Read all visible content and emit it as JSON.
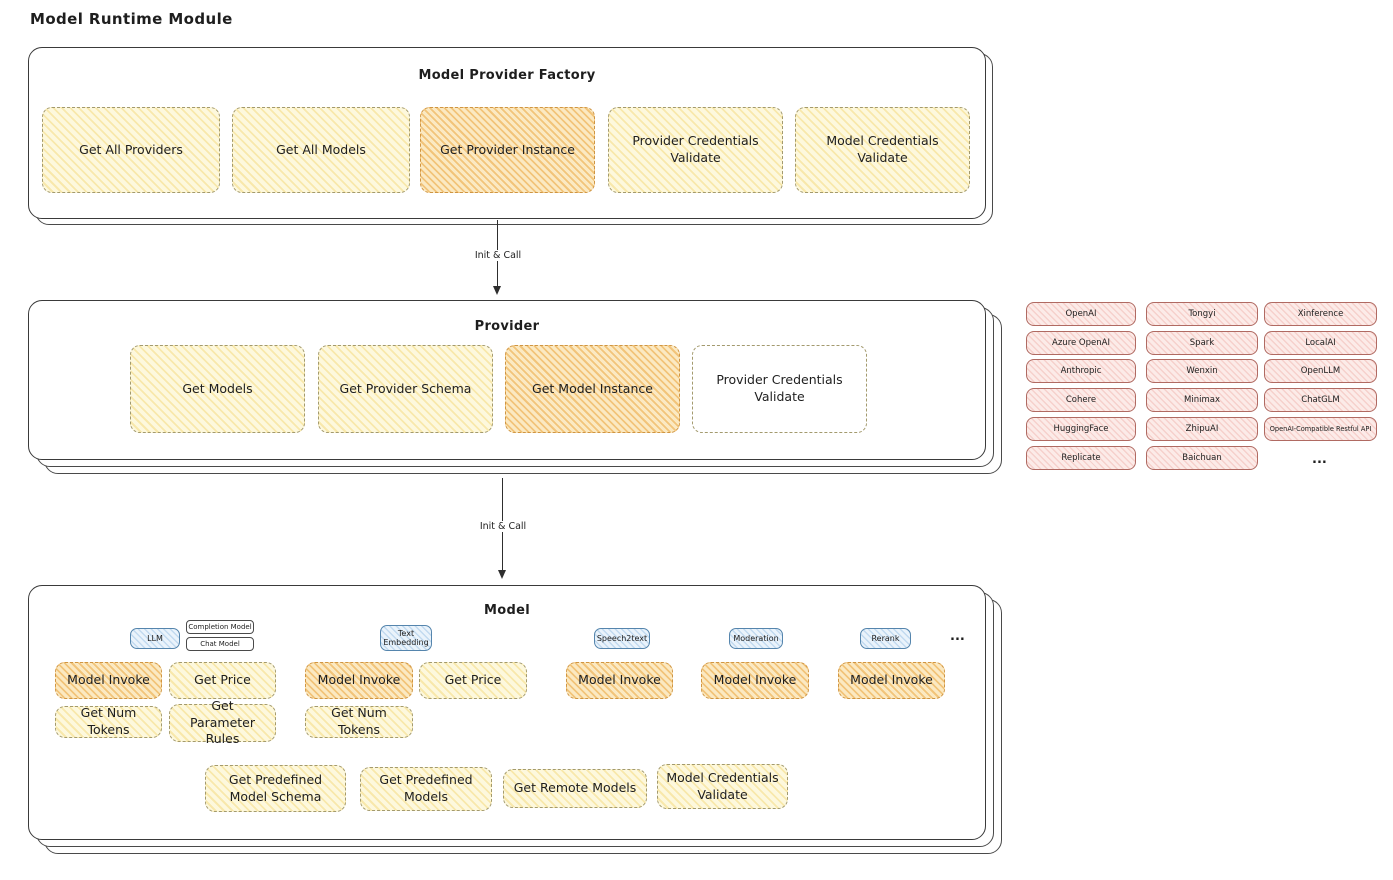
{
  "page_title": "Model Runtime Module",
  "factory": {
    "title": "Model Provider Factory",
    "buttons": [
      "Get All Providers",
      "Get All Models",
      "Get Provider Instance",
      "Provider Credentials Validate",
      "Model Credentials Validate"
    ]
  },
  "arrow1_label": "Init & Call",
  "arrow2_label": "Init & Call",
  "provider": {
    "title": "Provider",
    "buttons": [
      "Get Models",
      "Get Provider Schema",
      "Get Model Instance",
      "Provider Credentials Validate"
    ]
  },
  "providers_grid": {
    "col1": [
      "OpenAI",
      "Azure OpenAI",
      "Anthropic",
      "Cohere",
      "HuggingFace",
      "Replicate"
    ],
    "col2": [
      "Tongyi",
      "Spark",
      "Wenxin",
      "Minimax",
      "ZhipuAI",
      "Baichuan"
    ],
    "col3": [
      "Xinference",
      "LocalAI",
      "OpenLLM",
      "ChatGLM",
      "OpenAI-Compatible Restful API"
    ],
    "more": "..."
  },
  "model": {
    "title": "Model",
    "type_llm": "LLM",
    "llm_subtype_1": "Completion Model",
    "llm_subtype_2": "Chat Model",
    "type_text_embedding": "Text Embedding",
    "type_speech2text": "Speech2text",
    "type_moderation": "Moderation",
    "type_rerank": "Rerank",
    "more": "...",
    "ops_row1": [
      "Model Invoke",
      "Get Price",
      "Model Invoke",
      "Get Price",
      "Model Invoke",
      "Model Invoke",
      "Model Invoke"
    ],
    "ops_row2": [
      "Get Num Tokens",
      "Get Parameter Rules",
      "Get Num Tokens"
    ],
    "ops_bottom": [
      "Get Predefined Model Schema",
      "Get Predefined Models",
      "Get Remote Models",
      "Model Credentials Validate"
    ]
  }
}
